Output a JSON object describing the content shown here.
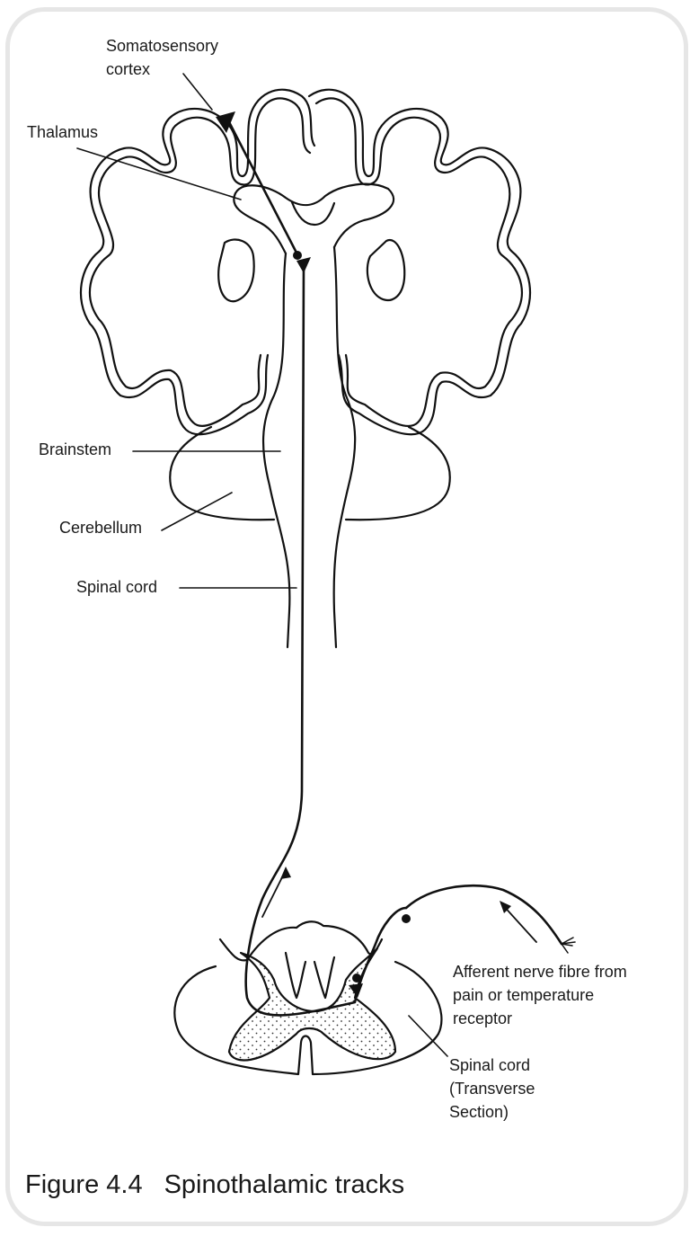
{
  "labels": {
    "somatosensory_cortex": "Somatosensory\ncortex",
    "thalamus": "Thalamus",
    "brainstem": "Brainstem",
    "cerebellum": "Cerebellum",
    "spinal_cord": "Spinal cord",
    "afferent": "Afferent nerve fibre from\npain or temperature\nreceptor",
    "spinal_cord_section": "Spinal cord\n(Transverse\nSection)"
  },
  "caption": {
    "number": "Figure 4.4",
    "title": "Spinothalamic tracks"
  }
}
